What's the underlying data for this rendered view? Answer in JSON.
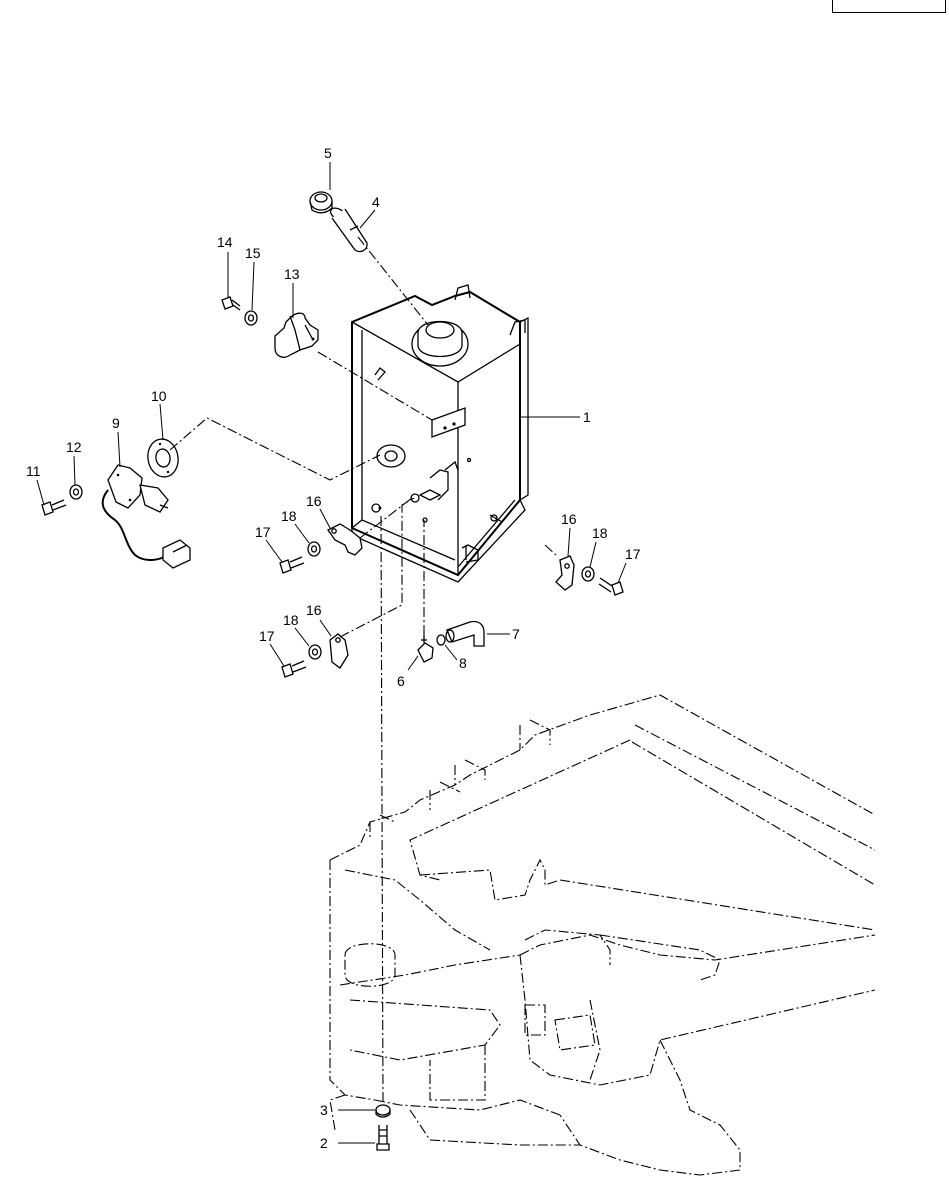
{
  "page_ref": "",
  "callouts": {
    "c1": "1",
    "c2": "2",
    "c3": "3",
    "c4": "4",
    "c5": "5",
    "c6": "6",
    "c7": "7",
    "c8": "8",
    "c9": "9",
    "c10": "10",
    "c11": "11",
    "c12": "12",
    "c13": "13",
    "c14": "14",
    "c15": "15",
    "c16a": "16",
    "c16b": "16",
    "c16c": "16",
    "c17a": "17",
    "c17b": "17",
    "c17c": "17",
    "c18a": "18",
    "c18b": "18",
    "c18c": "18"
  }
}
